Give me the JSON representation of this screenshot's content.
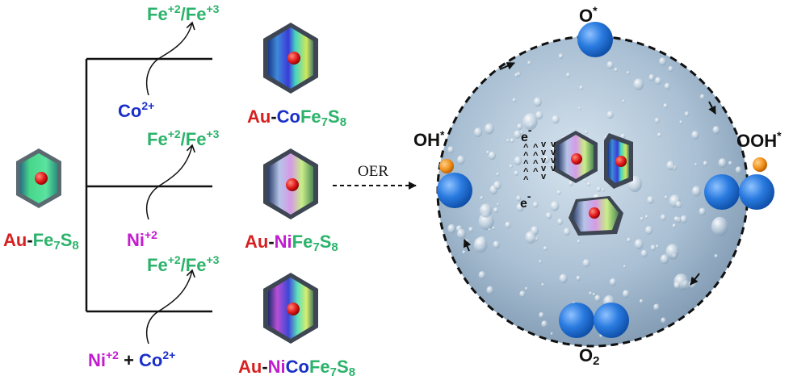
{
  "colors": {
    "au": "#d62020",
    "fe": "#2bb36b",
    "co": "#1a2fc8",
    "ni": "#c21ccf",
    "black": "#111111",
    "sphere": "#9fb6cc",
    "atom": "#2a7be0"
  },
  "start": {
    "au": "Au",
    "dash": "-",
    "fe": "Fe",
    "fe_sub": "7",
    "s": "S",
    "s_sub": "8"
  },
  "branches": [
    {
      "reagent_parts": [
        {
          "text": "Co",
          "sup": "2+",
          "color": "co"
        }
      ],
      "released": "Fe+2/Fe+3",
      "product": {
        "au": "Au",
        "dash": "-",
        "metal": "Co",
        "metal_color": "co",
        "rest": "Fe",
        "rest_sub": "7",
        "s": "S",
        "s_sub": "8"
      }
    },
    {
      "reagent_parts": [
        {
          "text": "Ni",
          "sup": "+2",
          "color": "ni"
        }
      ],
      "released": "Fe+2/Fe+3",
      "product": {
        "au": "Au",
        "dash": "-",
        "metal": "Ni",
        "metal_color": "ni",
        "rest": "Fe",
        "rest_sub": "7",
        "s": "S",
        "s_sub": "8"
      }
    },
    {
      "reagent_parts": [
        {
          "text": "Ni",
          "sup": "+2",
          "color": "ni"
        },
        {
          "text": " + ",
          "sup": "",
          "color": "black"
        },
        {
          "text": "Co",
          "sup": "2+",
          "color": "co"
        }
      ],
      "released": "Fe+2/Fe+3",
      "product": {
        "au": "Au",
        "dash": "-",
        "metal": "NiCo",
        "metal_color": "ni",
        "rest": "Fe",
        "rest_sub": "7",
        "s": "S",
        "s_sub": "8"
      }
    }
  ],
  "oer_label": "OER",
  "cycle": {
    "o_star": "O*",
    "ooh_star": "OOH*",
    "o2": "O2",
    "oh_star": "OH*",
    "electron_top": "e-",
    "electron_bottom": "e-"
  }
}
